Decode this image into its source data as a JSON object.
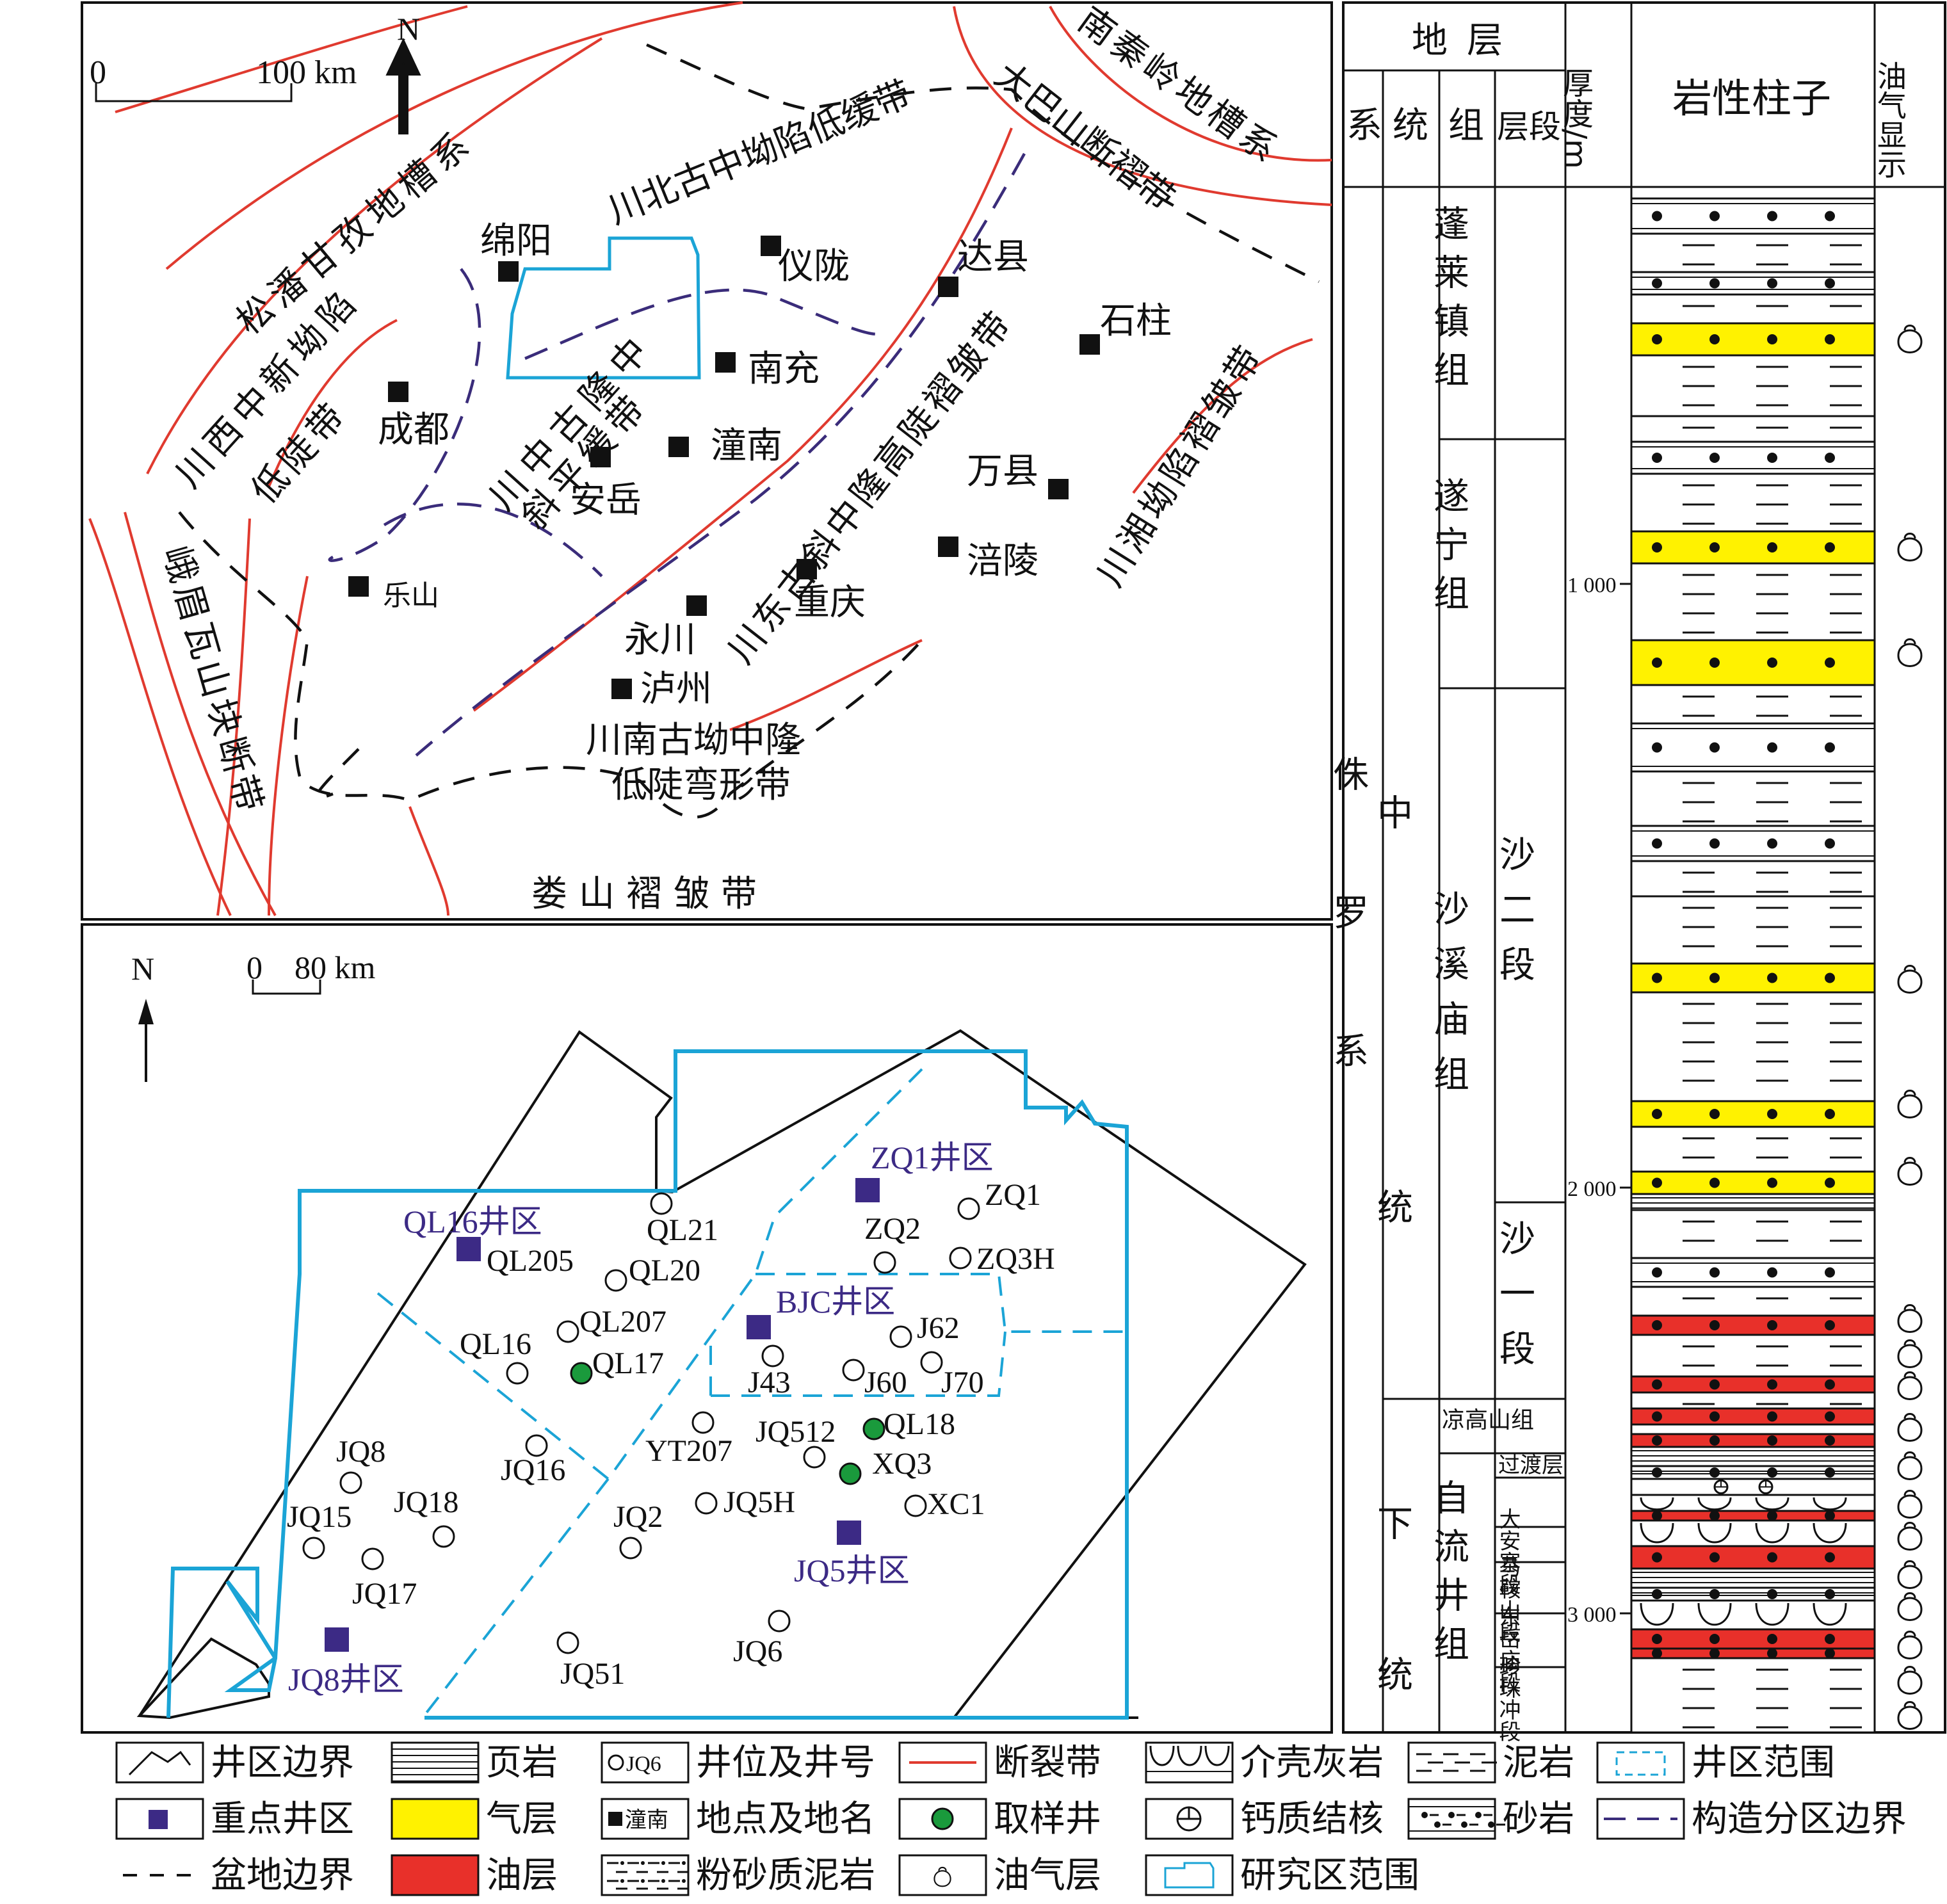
{
  "map1": {
    "scale": {
      "zero": "0",
      "label": "100 km"
    },
    "north": "N",
    "regions": [
      "松潘甘孜地槽系",
      "川西中新坳陷",
      "低陡带",
      "川北古中坳陷低缓带",
      "川中古隆中",
      "斜平缓带",
      "川东古斜中隆高陡褶皱带",
      "大巴山断褶带",
      "南秦岭地槽系",
      "川湘坳陷褶皱带",
      "峨眉瓦山块断带",
      "川南古坳中隆",
      "低陡弯形带",
      "娄山褶皱带"
    ],
    "places": [
      "绵阳",
      "仪陇",
      "达县",
      "石柱",
      "南充",
      "成都",
      "潼南",
      "安岳",
      "万县",
      "乐山",
      "涪陵",
      "重庆",
      "永川",
      "泸州"
    ]
  },
  "map2": {
    "scale": {
      "zero": "0",
      "label": "80 km"
    },
    "north": "N",
    "districts": [
      "ZQ1井区",
      "QL16井区",
      "BJC井区",
      "JQ5井区",
      "JQ8井区"
    ],
    "wells": [
      "QL21",
      "ZQ1",
      "ZQ2",
      "ZQ3H",
      "QL205",
      "QL20",
      "QL207",
      "J62",
      "QL16",
      "QL17",
      "J43",
      "J60",
      "J70",
      "JQ8",
      "JQ16",
      "YT207",
      "JQ512",
      "QL18",
      "XQ3",
      "JQ18",
      "JQ15",
      "JQ2",
      "JQ5H",
      "XC1",
      "JQ17",
      "JQ6",
      "JQ51"
    ],
    "sample_wells": [
      "QL17",
      "QL18",
      "XQ3"
    ]
  },
  "column": {
    "header": {
      "strata": "地层",
      "system": "系",
      "series": "统",
      "formation": "组",
      "member": "层段",
      "thickness": "厚度/m",
      "lithology": "岩性柱子",
      "oilgas": "油气显示"
    },
    "system": "侏罗系",
    "series": [
      "中统",
      "下统"
    ],
    "formations": [
      "蓬莱镇组",
      "遂宁组",
      "沙溪庙组",
      "凉高山组",
      "自流井组"
    ],
    "members": [
      "沙二段",
      "沙一段",
      "过渡层",
      "大安寨段",
      "马鞍山段",
      "东岳庙段",
      "珍珠冲段"
    ],
    "depth_ticks": [
      "1 000",
      "2 000",
      "3 000"
    ]
  },
  "legend": [
    {
      "label": "井区边界",
      "icon": "well-area-boundary"
    },
    {
      "label": "页岩",
      "icon": "shale"
    },
    {
      "label": "井位及井号",
      "icon": "well",
      "sample": "JQ6"
    },
    {
      "label": "断裂带",
      "icon": "fault"
    },
    {
      "label": "介壳灰岩",
      "icon": "shell-limestone"
    },
    {
      "label": "泥岩",
      "icon": "mudstone"
    },
    {
      "label": "井区范围",
      "icon": "well-area-range"
    },
    {
      "label": "重点井区",
      "icon": "key-well-area"
    },
    {
      "label": "气层",
      "icon": "gas-layer",
      "color": "#FFF200"
    },
    {
      "label": "地点及地名",
      "icon": "place",
      "sample": "潼南"
    },
    {
      "label": "取样井",
      "icon": "sample-well",
      "color": "#1A9A3C"
    },
    {
      "label": "钙质结核",
      "icon": "calcareous-nodule"
    },
    {
      "label": "砂岩",
      "icon": "sandstone"
    },
    {
      "label": "构造分区边界",
      "icon": "tectonic-boundary"
    },
    {
      "label": "盆地边界",
      "icon": "basin-boundary"
    },
    {
      "label": "油层",
      "icon": "oil-layer",
      "color": "#E8302A"
    },
    {
      "label": "粉砂质泥岩",
      "icon": "silty-mudstone"
    },
    {
      "label": "油气层",
      "icon": "oil-gas-layer"
    },
    {
      "label": "研究区范围",
      "icon": "study-area"
    }
  ],
  "colors": {
    "fault": "#E03A2F",
    "tectonic": "#3A2C7A",
    "study": "#1BA4D6",
    "gas": "#FFF200",
    "oil": "#E8302A",
    "sample": "#1A9A3C",
    "district": "#3C2A85"
  }
}
